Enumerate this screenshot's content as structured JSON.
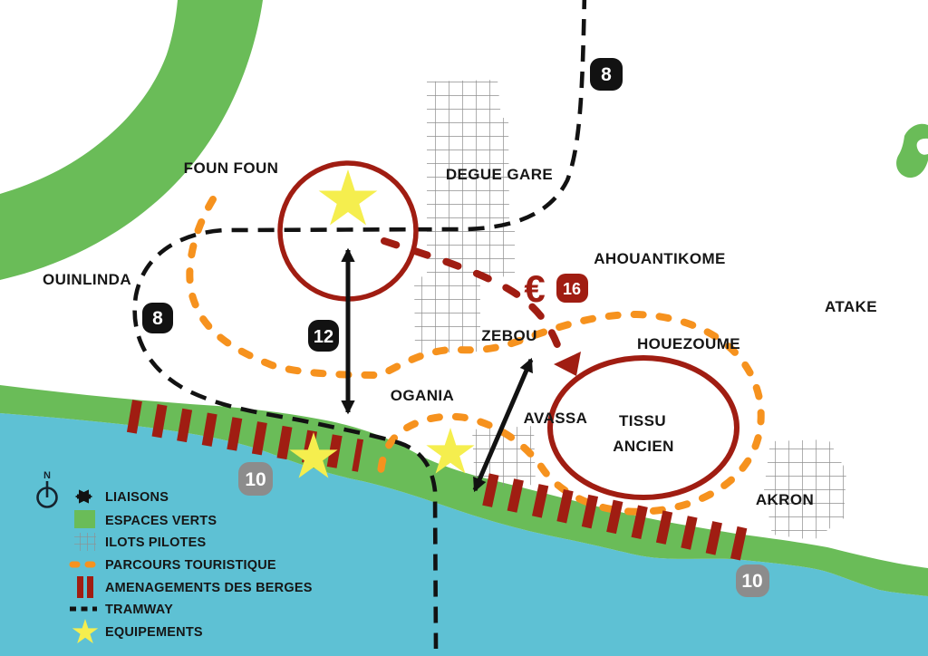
{
  "map": {
    "compass_north": "N",
    "places": {
      "foun_foun": "FOUN FOUN",
      "degue_gare": "DEGUE GARE",
      "ouinlinda": "OUINLINDA",
      "ahouantikome": "AHOUANTIKOME",
      "atake": "ATAKE",
      "zebou": "ZEBOU",
      "houezoume": "HOUEZOUME",
      "ogania": "OGANIA",
      "avassa": "AVASSA",
      "tissu_line1": "TISSU",
      "tissu_line2": "ANCIEN",
      "akron": "AKRON"
    },
    "badges": {
      "tram_north": "8",
      "tram_west": "8",
      "liaison_center": "12",
      "shore_west": "10",
      "shore_east": "10",
      "euro_symbol": "€",
      "euro_value": "16"
    }
  },
  "legend": {
    "liaisons": "LIAISONS",
    "espaces_verts": "ESPACES VERTS",
    "ilots_pilotes": "ILOTS PILOTES",
    "parcours_touristique": "PARCOURS TOURISTIQUE",
    "amenagements_des_berges": "AMENAGEMENTS DES BERGES",
    "tramway": "TRAMWAY",
    "equipements": "EQUIPEMENTS"
  },
  "colors": {
    "water": "#5ec1d4",
    "espaces_verts": "#6abc58",
    "parcours_orange": "#f6921e",
    "berges_red": "#a01d12",
    "tram_black": "#121212",
    "badge_gray": "#8c8c8c",
    "equipement_yellow": "#f5ee4e",
    "ilots_grid_gray": "#8f8f8f"
  }
}
